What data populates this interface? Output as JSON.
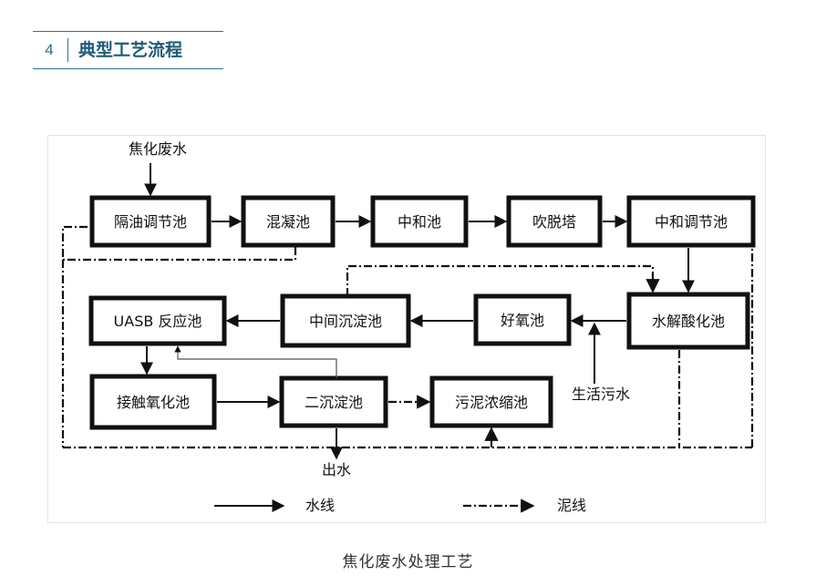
{
  "section": {
    "number": "4",
    "title": "典型工艺流程"
  },
  "diagram": {
    "input_label": "焦化废水",
    "units": {
      "geyou": "隔油调节池",
      "hunning": "混凝池",
      "zhonghe": "中和池",
      "chuituo": "吹脱塔",
      "zhonghe_tiaojie": "中和调节池",
      "shuijie": "水解酸化池",
      "haoyang": "好氧池",
      "zhongjian": "中间沉淀池",
      "uasb": "UASB 反应池",
      "jiechu": "接触氧化池",
      "erchen": "二沉淀池",
      "wuni": "污泥浓缩池"
    },
    "domestic_label": "生活污水",
    "outlet_label": "出水",
    "legend": {
      "water": "水线",
      "sludge": "泥线"
    }
  },
  "caption": "焦化废水处理工艺"
}
